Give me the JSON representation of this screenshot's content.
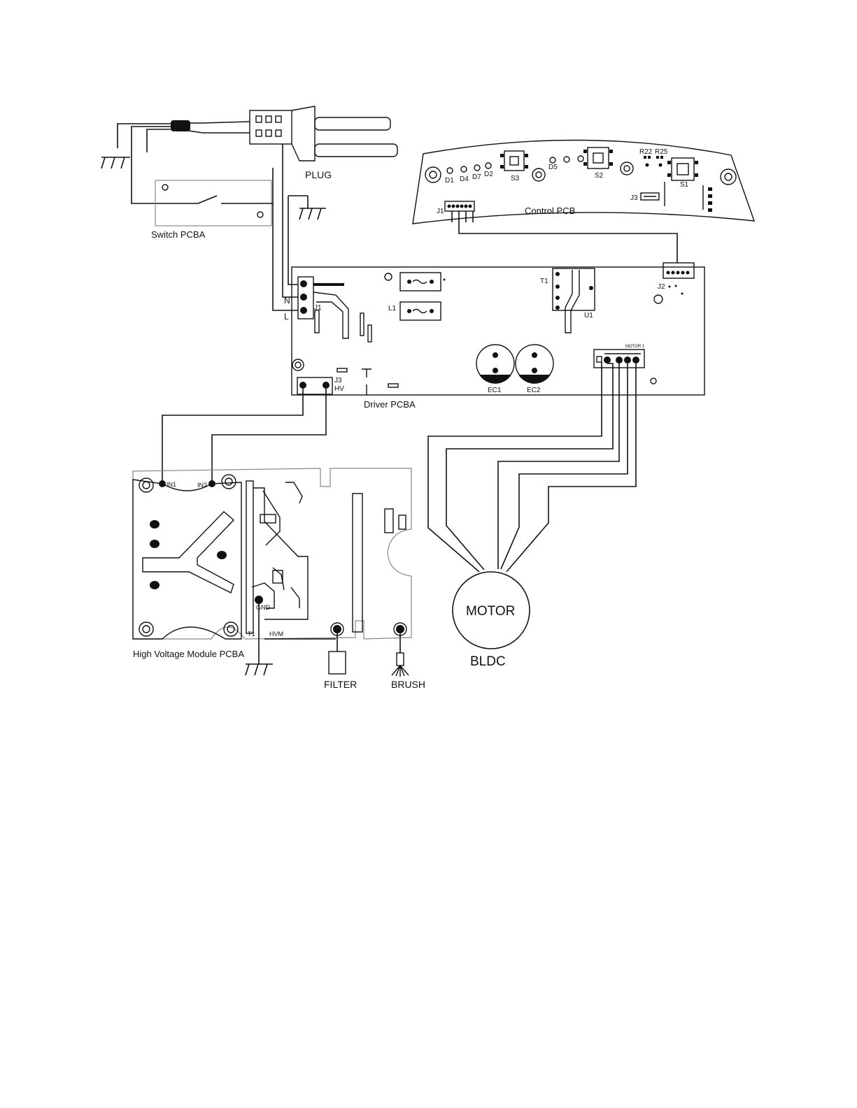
{
  "labels": {
    "plug": "PLUG",
    "switch_pcba": "Switch PCBA",
    "control_pcb": "Control PCB",
    "driver_pcba": "Driver PCBA",
    "hvm_pcba": "High Voltage Module PCBA",
    "motor": "MOTOR",
    "bldc": "BLDC",
    "filter": "FILTER",
    "brush": "BRUSH"
  },
  "control_pcb": {
    "d1": "D1",
    "d4": "D4",
    "d7": "D7",
    "d2": "D2",
    "s3": "S3",
    "d5": "D5",
    "s2": "S2",
    "r22": "R22",
    "r25": "R25",
    "s1": "S1",
    "j1": "J1",
    "j3": "J3"
  },
  "driver_pcba": {
    "n": "N",
    "l": "L",
    "j1": "J1",
    "l1": "L1",
    "t1": "T1",
    "u1": "U1",
    "j2": "J2",
    "j3": "J3",
    "hv": "HV",
    "ec1": "EC1",
    "ec2": "EC2",
    "motor1": "MOTOR 1"
  },
  "hvm_pcba": {
    "in1": "IN1",
    "in2": "IN2",
    "gnd": "GND",
    "t1": "T1",
    "hvm": "HVM"
  },
  "colors": {
    "ink": "#111111",
    "board_outline": "#888888",
    "background": "#ffffff"
  }
}
